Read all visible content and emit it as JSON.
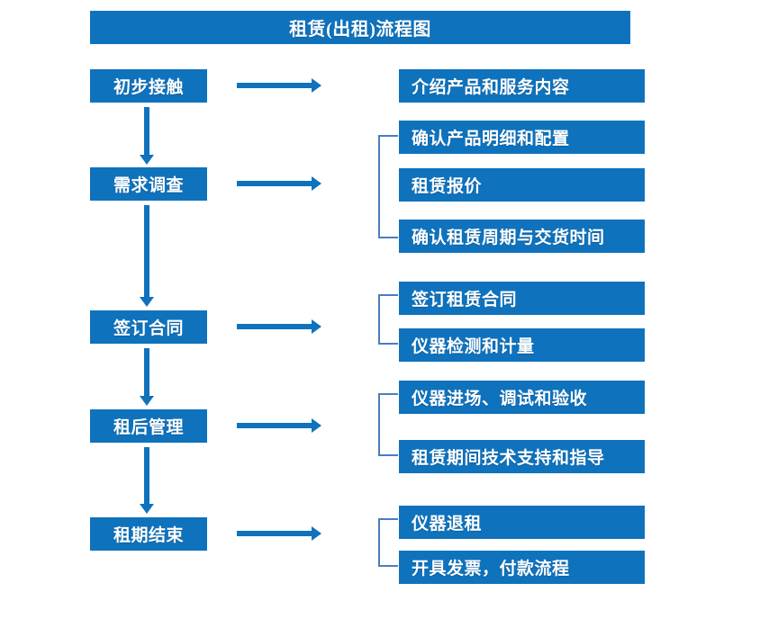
{
  "title": {
    "text": "租赁(出租)流程图"
  },
  "colors": {
    "box_fill": "#0f72bd",
    "box_text": "#ffffff",
    "arrow": "#0f72bd",
    "bracket": "#4a7ebb",
    "background": "#ffffff"
  },
  "stages": [
    {
      "id": "stage-1",
      "label": "初步接触"
    },
    {
      "id": "stage-2",
      "label": "需求调查"
    },
    {
      "id": "stage-3",
      "label": "签订合同"
    },
    {
      "id": "stage-4",
      "label": "租后管理"
    },
    {
      "id": "stage-5",
      "label": "租期结束"
    }
  ],
  "details": [
    {
      "id": "detail-1-1",
      "stage": "初步接触",
      "label": "介绍产品和服务内容"
    },
    {
      "id": "detail-2-1",
      "stage": "需求调查",
      "label": "确认产品明细和配置"
    },
    {
      "id": "detail-2-2",
      "stage": "需求调查",
      "label": "租赁报价"
    },
    {
      "id": "detail-2-3",
      "stage": "需求调查",
      "label": "确认租赁周期与交货时间"
    },
    {
      "id": "detail-3-1",
      "stage": "签订合同",
      "label": "签订租赁合同"
    },
    {
      "id": "detail-3-2",
      "stage": "签订合同",
      "label": "仪器检测和计量"
    },
    {
      "id": "detail-4-1",
      "stage": "租后管理",
      "label": "仪器进场、调试和验收"
    },
    {
      "id": "detail-4-2",
      "stage": "租后管理",
      "label": "租赁期间技术支持和指导"
    },
    {
      "id": "detail-5-1",
      "stage": "租期结束",
      "label": "仪器退租"
    },
    {
      "id": "detail-5-2",
      "stage": "租期结束",
      "label": "开具发票，付款流程"
    }
  ],
  "connectors": {
    "horizontal_arrow_count": 5,
    "vertical_arrow_count": 4,
    "bracket_count": 4
  }
}
